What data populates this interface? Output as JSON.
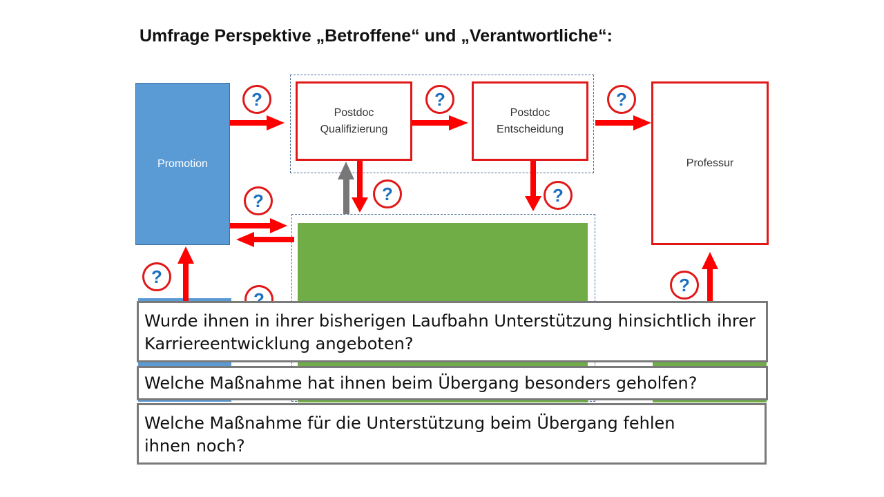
{
  "title": "Umfrage Perspektive „Betroffene“ und „Verantwortliche“:",
  "nodes": {
    "promotion": "Promotion",
    "postdoc_qualifizierung": "Postdoc Qualifizierung",
    "postdoc_entscheidung": "Postdoc Entscheidung",
    "professur": "Professur"
  },
  "question_mark": "?",
  "questions": [
    "Wurde ihnen in ihrer bisherigen Laufbahn Unterstützung hinsichtlich ihrer Karriereentwicklung angeboten?",
    "Welche Maßnahme hat ihnen beim Übergang besonders geholfen?",
    "Welche Maßnahme für die Unterstützung beim Übergang fehlen ihnen noch?"
  ],
  "colors": {
    "arrow_red": "#ff0000",
    "arrow_grey": "#777777",
    "promotion_blue": "#5b9bd5",
    "green_box": "#70ad47",
    "question_blue": "#1a6fc0"
  }
}
